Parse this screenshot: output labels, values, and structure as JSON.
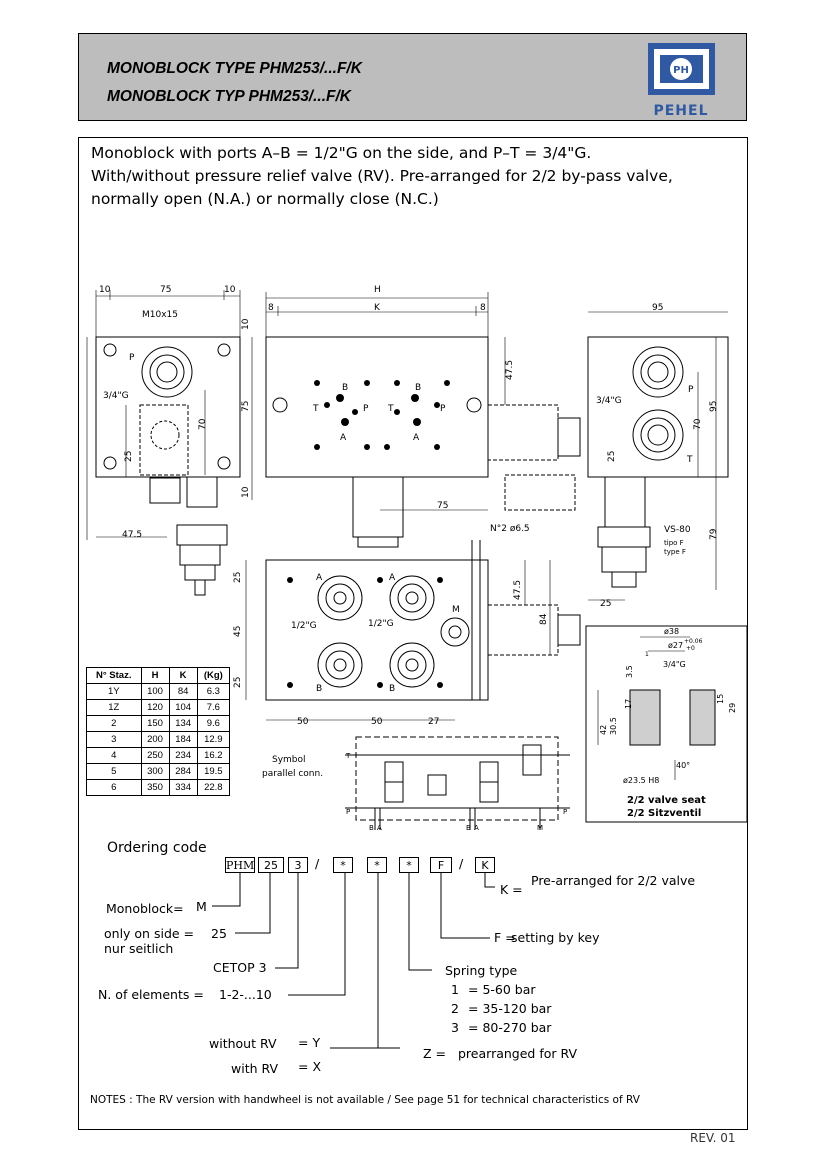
{
  "header": {
    "title_line1": "MONOBLOCK TYPE PHM253/...F/K",
    "title_line2": "MONOBLOCK TYP PHM253/...F/K",
    "logo_text": "PEHEL",
    "logo_monogram": "PH"
  },
  "intro": {
    "line1": "Monoblock with ports A–B = 1/2\"G on the side, and P–T = 3/4\"G.",
    "line2": "With/without pressure relief valve (RV). Pre-arranged for 2/2 by-pass valve,",
    "line3": "normally open (N.A.) or normally close (N.C.)"
  },
  "drawing": {
    "dims": {
      "d10": "10",
      "d75": "75",
      "d47_5": "47.5",
      "d70": "70",
      "d25": "25",
      "H": "H",
      "K": "K",
      "d8": "8",
      "d95": "95",
      "d79": "79",
      "d45": "45",
      "d50": "50",
      "d27": "27",
      "d84": "84"
    },
    "labels": {
      "m10x15": "M10x15",
      "g34": "3/4\"G",
      "g12": "1/2\"G",
      "P": "P",
      "T": "T",
      "A": "A",
      "B": "B",
      "M": "M",
      "n2": "N°2 ø6.5",
      "vs80": "VS-80",
      "tipo": "tipo F",
      "type": "type F"
    },
    "seat": {
      "d38": "ø38",
      "d27": "ø27",
      "tol": "+0.06",
      "tol0": "+0",
      "g34": "3/4\"G",
      "d42": "42",
      "d30_5": "30.5",
      "d17": "17",
      "d15": "15",
      "d29": "29",
      "d23_5": "ø23.5 H8",
      "angle": "40°",
      "d3_5": "3.5",
      "d1": "1",
      "caption1": "2/2 valve seat",
      "caption2": "2/2 Sitzventil"
    },
    "symbol": {
      "title1": "Symbol",
      "title2": "parallel conn.",
      "T": "T",
      "P": "P",
      "B": "B",
      "A": "A",
      "M": "M"
    }
  },
  "table": {
    "headers": [
      "N° Staz.",
      "H",
      "K",
      "(Kg)"
    ],
    "rows": [
      [
        "1Y",
        "100",
        "84",
        "6.3"
      ],
      [
        "1Z",
        "120",
        "104",
        "7.6"
      ],
      [
        "2",
        "150",
        "134",
        "9.6"
      ],
      [
        "3",
        "200",
        "184",
        "12.9"
      ],
      [
        "4",
        "250",
        "234",
        "16.2"
      ],
      [
        "5",
        "300",
        "284",
        "19.5"
      ],
      [
        "6",
        "350",
        "334",
        "22.8"
      ]
    ]
  },
  "ordering": {
    "title": "Ordering code",
    "boxes": [
      "PHM",
      "25",
      "3",
      "*",
      "*",
      "*",
      "F",
      "K"
    ],
    "sep": "/",
    "monoblock_label": "Monoblock=",
    "monoblock_val": "M",
    "side_label1": "only on side =",
    "side_label2": "nur seitlich",
    "side_val": "25",
    "cetop": "CETOP 3",
    "elements_label": "N. of elements =",
    "elements_val": "1-2-...10",
    "without_rv": "without RV",
    "without_val": "= Y",
    "with_rv": "with RV",
    "with_val": "= X",
    "k_label": "K =",
    "k_desc": "Pre-arranged for 2/2 valve",
    "f_label": "F =",
    "f_desc": "setting by key",
    "spring_title": "Spring type",
    "spring": [
      {
        "n": "1",
        "range": "= 5-60 bar"
      },
      {
        "n": "2",
        "range": "= 35-120 bar"
      },
      {
        "n": "3",
        "range": "= 80-270 bar"
      }
    ],
    "z_label": "Z =",
    "z_desc": "prearranged for RV"
  },
  "notes": "NOTES : The RV version with handwheel is not available /  See page 51 for technical characteristics of RV",
  "rev": "REV. 01"
}
